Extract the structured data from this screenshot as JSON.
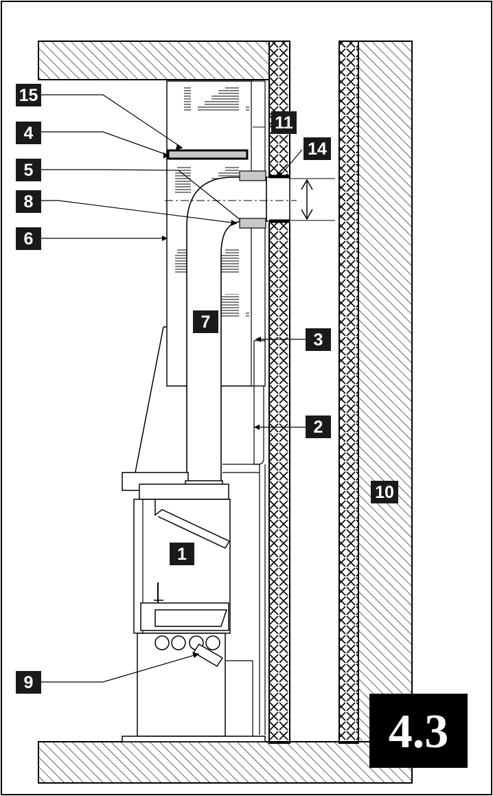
{
  "figure": {
    "number": "4.3"
  },
  "labels": {
    "l1": "1",
    "l2": "2",
    "l3": "3",
    "l4": "4",
    "l5": "5",
    "l6": "6",
    "l7": "7",
    "l8": "8",
    "l9": "9",
    "l10": "10",
    "l11": "11",
    "l14": "14",
    "l15": "15"
  },
  "colors": {
    "line": "#000000",
    "badge": "#1a1a1a",
    "collar_fill": "#c8c8c8",
    "background": "#ffffff"
  }
}
